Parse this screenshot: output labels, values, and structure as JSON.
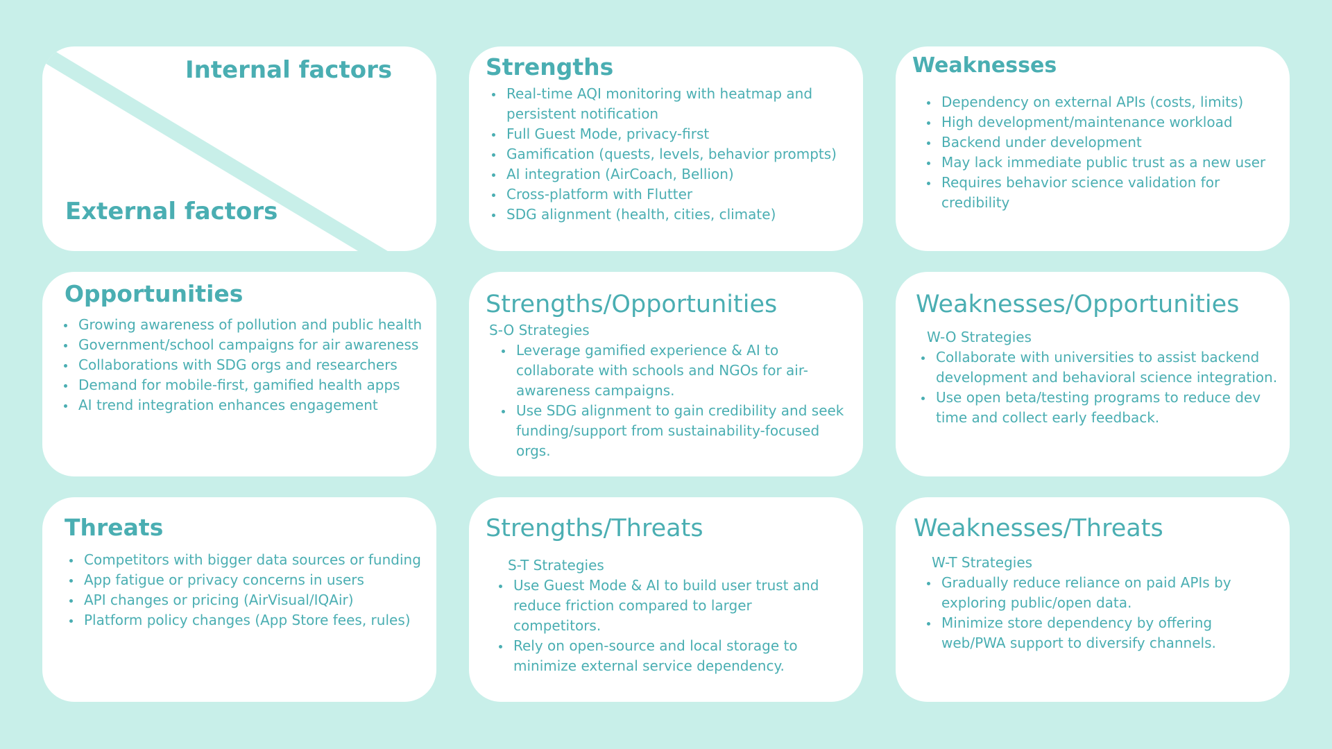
{
  "colors": {
    "background": "#c8efe9",
    "card": "#ffffff",
    "text": "#4aaeb2"
  },
  "header_card": {
    "internal": "Internal factors",
    "external": "External factors"
  },
  "strengths": {
    "title": "Strengths",
    "items": [
      "Real-time AQI monitoring with heatmap and persistent notification",
      "Full Guest Mode, privacy-first",
      "Gamification (quests, levels, behavior prompts)",
      "AI integration (AirCoach, Bellion)",
      "Cross-platform with Flutter",
      "SDG alignment (health, cities, climate)"
    ]
  },
  "weaknesses": {
    "title": "Weaknesses",
    "items": [
      "Dependency on external APIs (costs, limits)",
      "High development/maintenance workload",
      "Backend under development",
      "May lack immediate public trust as a new user",
      "Requires behavior science validation for credibility"
    ]
  },
  "opportunities": {
    "title": "Opportunities",
    "items": [
      "Growing awareness of pollution and public health",
      "Government/school campaigns for air awareness",
      "Collaborations with SDG orgs and researchers",
      "Demand for mobile-first, gamified health apps",
      "AI trend integration enhances engagement"
    ]
  },
  "so": {
    "title": "Strengths/Opportunities",
    "subtitle": "S-O Strategies",
    "items": [
      "Leverage gamified experience & AI to collaborate with schools and NGOs for air-awareness campaigns.",
      "Use SDG alignment to gain credibility and seek funding/support from sustainability-focused orgs."
    ]
  },
  "wo": {
    "title": "Weaknesses/Opportunities",
    "subtitle": "W-O Strategies",
    "items": [
      "Collaborate with universities to assist backend development and behavioral science integration.",
      "Use open beta/testing programs to reduce dev time and collect early feedback."
    ]
  },
  "threats": {
    "title": "Threats",
    "items": [
      "Competitors with bigger data sources or funding",
      "App fatigue or privacy concerns in users",
      "API changes or pricing (AirVisual/IQAir)",
      "Platform policy changes (App Store fees, rules)"
    ]
  },
  "st": {
    "title": "Strengths/Threats",
    "subtitle": "S-T Strategies",
    "items": [
      "Use Guest Mode & AI to build user trust and reduce friction compared to larger competitors.",
      "Rely on open-source and local storage to minimize external service dependency."
    ]
  },
  "wt": {
    "title": "Weaknesses/Threats",
    "subtitle": "W-T Strategies",
    "items": [
      "Gradually reduce reliance on paid APIs by exploring public/open data.",
      "Minimize store dependency by offering web/PWA support to diversify channels."
    ]
  }
}
